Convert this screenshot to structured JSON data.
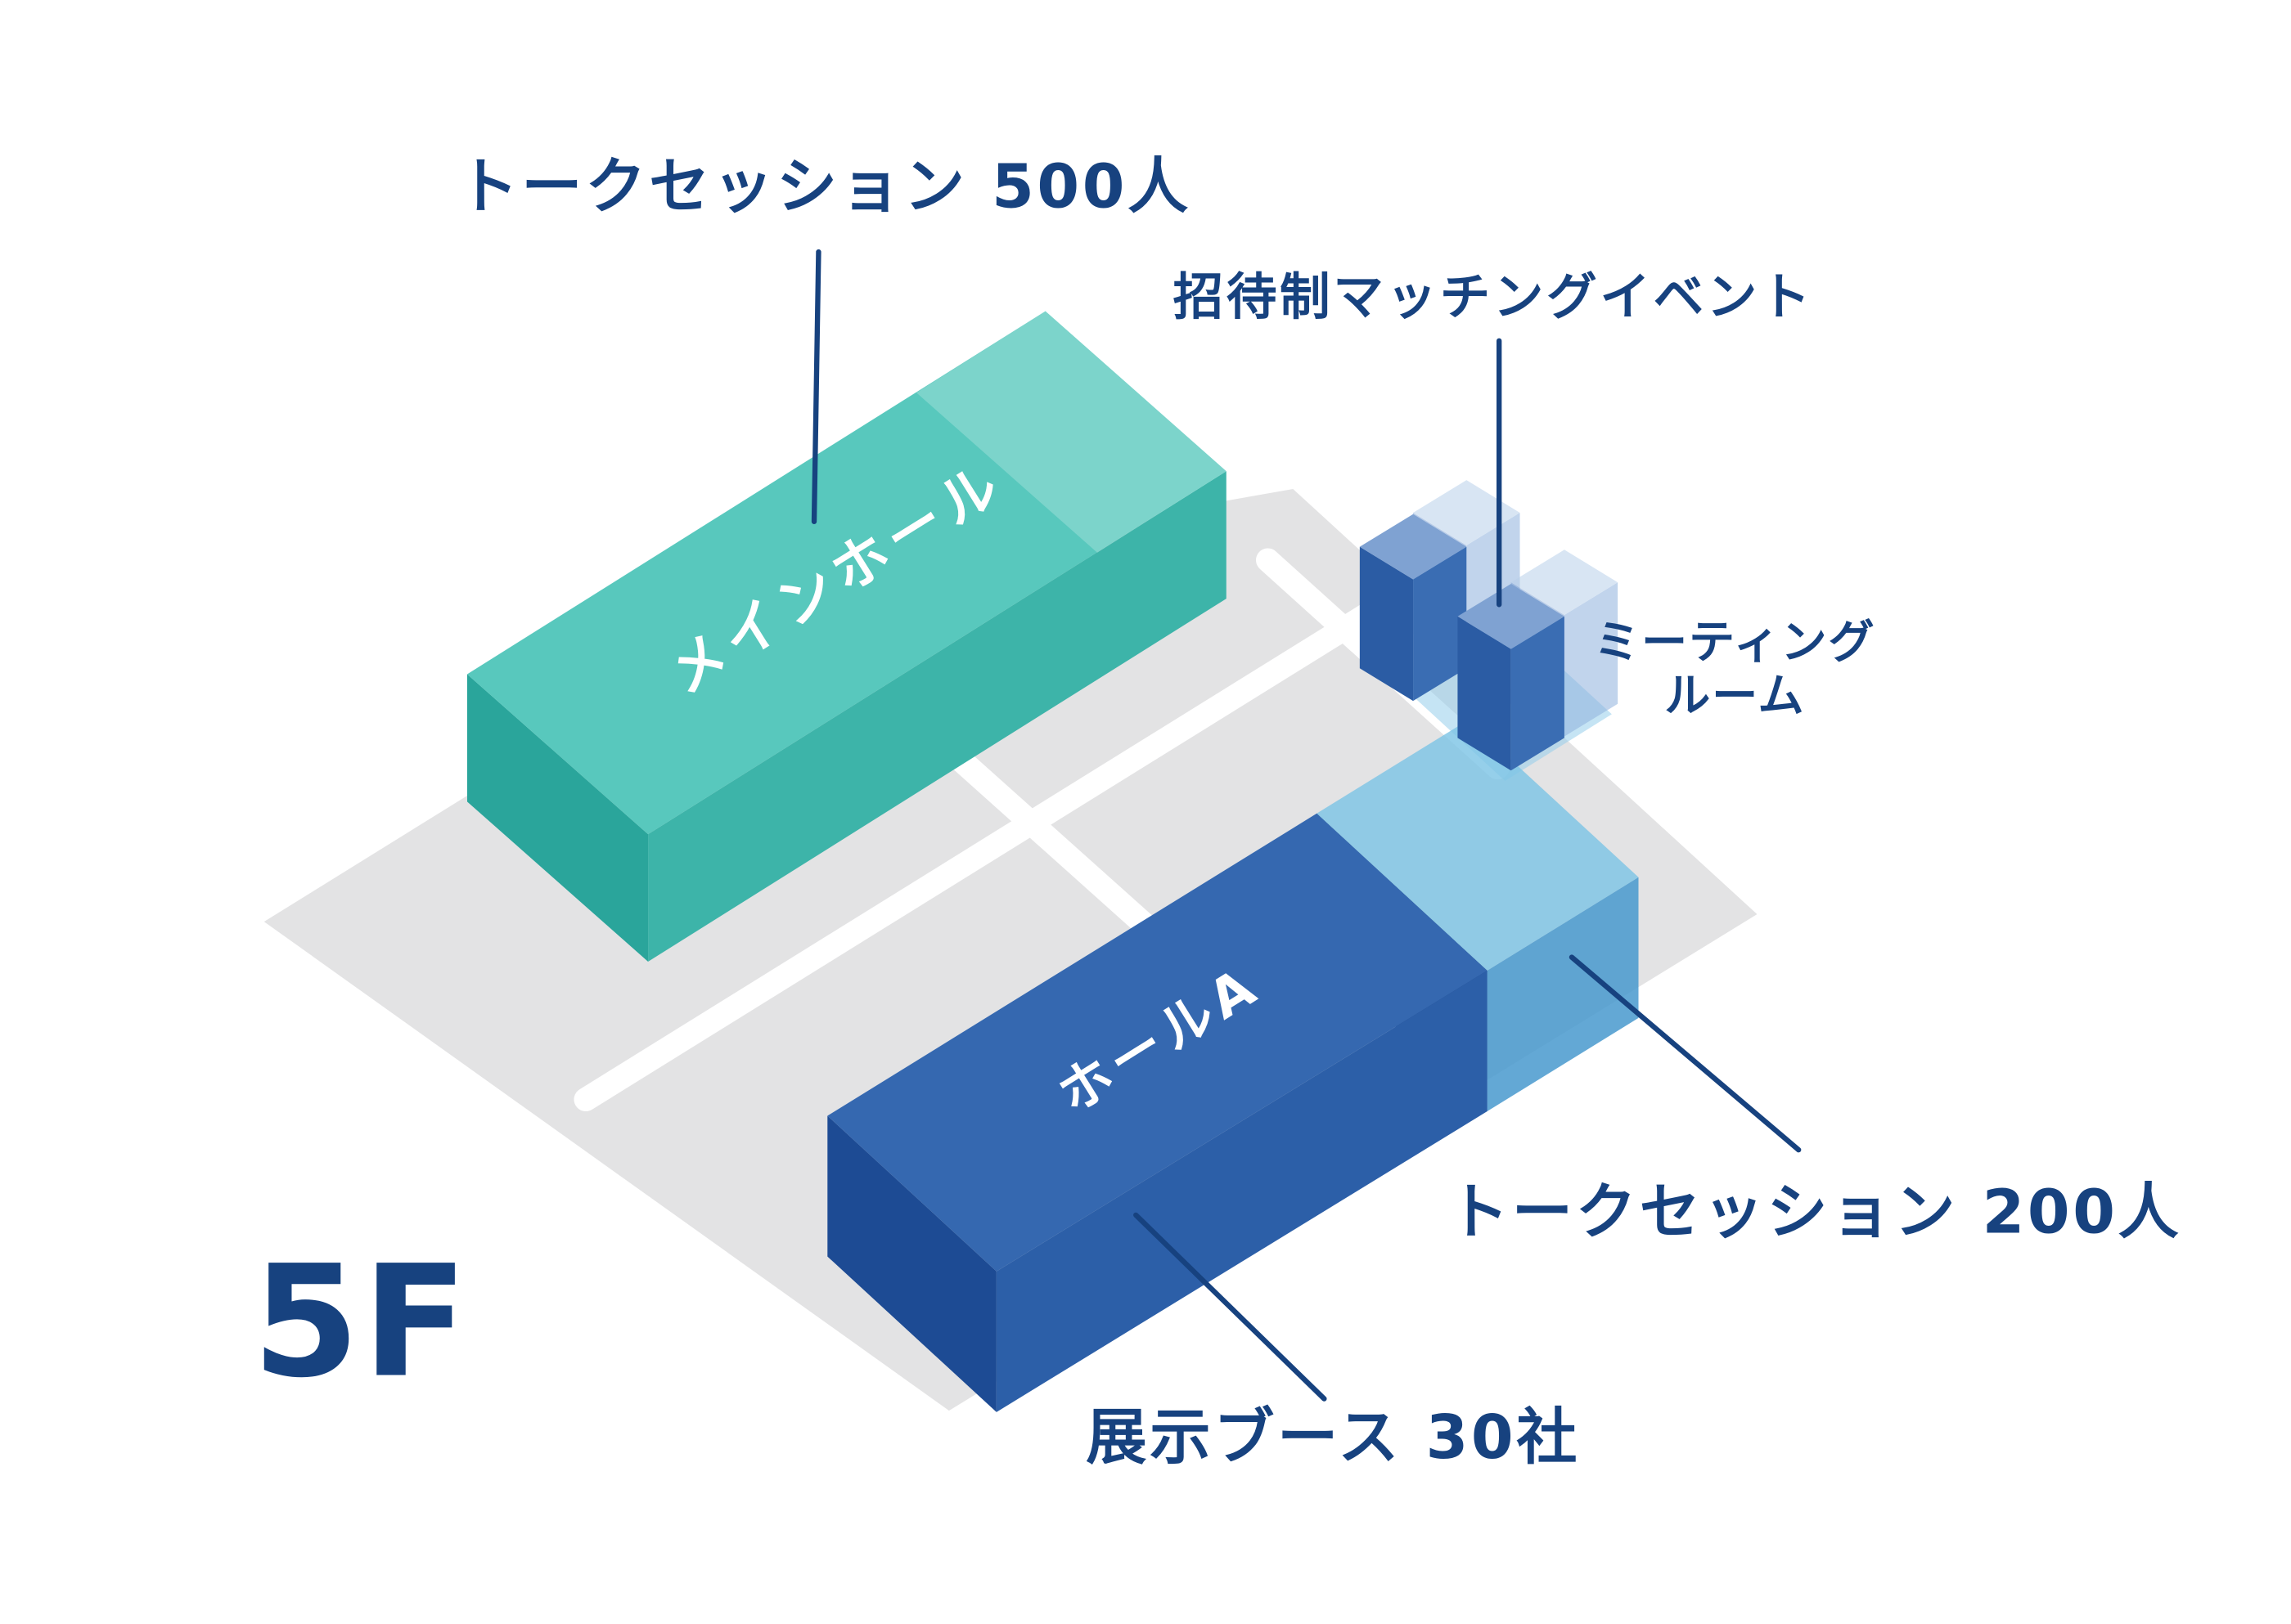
{
  "diagram": {
    "floor_label": "5F",
    "rooms": {
      "main_hall": {
        "label": "メインホール",
        "color": "#45c0b5",
        "capacity_note": "トークセッション 500人"
      },
      "hall_a": {
        "label": "ホールA",
        "color": "#2c5fa8",
        "capacity_note": "展示ブース 30社"
      },
      "annex": {
        "color": "#7ec4e5",
        "capacity_note": "トークセッション 200人"
      },
      "meeting_room": {
        "label_line1": "ミーティング",
        "label_line2": "ルーム",
        "color": "#2b5ca4",
        "note": "招待制マッチングイベント"
      }
    },
    "annotations": {
      "talk_500": "トークセッション 500人",
      "invite_matching": "招待制マッチングイベント",
      "talk_200": "トークセッション 200人",
      "booths": "展示ブース 30社"
    },
    "colors": {
      "navy_text": "#17427f",
      "teal_top": "#58c8bd",
      "teal_side": "#2aa59b",
      "blue_top": "#3568b0",
      "blue_side": "#1d4b94",
      "light_blue": "#7ec4e5",
      "floor_gray": "#e3e3e4"
    }
  }
}
